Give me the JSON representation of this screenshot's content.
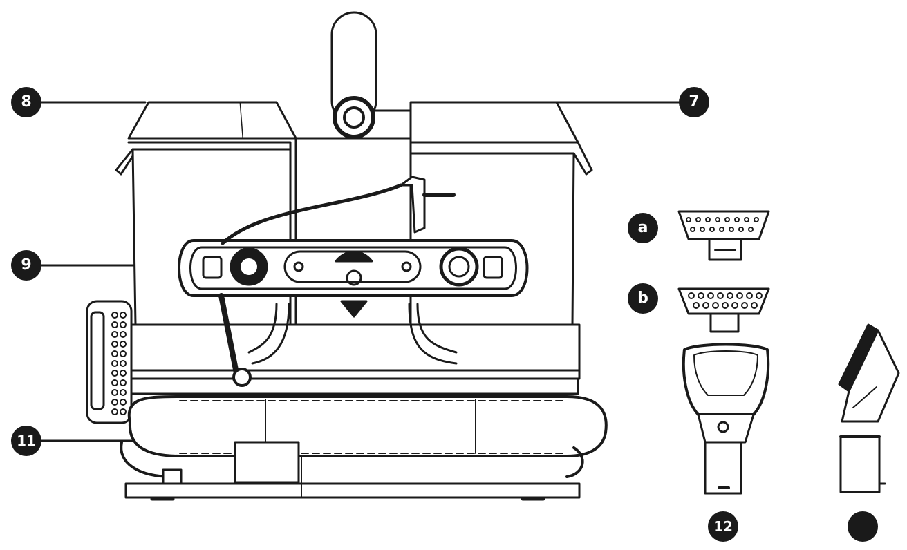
{
  "callouts": {
    "c8": "8",
    "c7": "7",
    "c9": "9",
    "c11": "11",
    "ca": "a",
    "cb": "b",
    "c12": "12",
    "c13": ""
  },
  "colors": {
    "line": "#1a1a1a",
    "fill": "#ffffff",
    "badge": "#1a1a1a"
  }
}
